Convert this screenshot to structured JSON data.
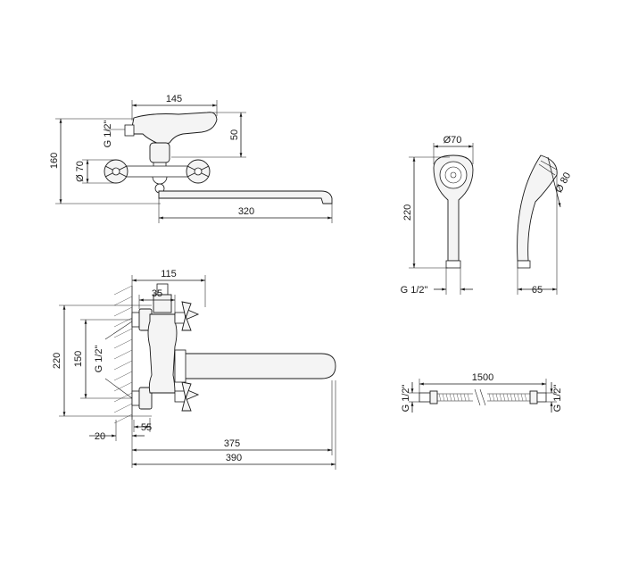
{
  "top_view": {
    "dims": {
      "width_handle": "145",
      "height_total": "160",
      "thread": "G 1/2\"",
      "handle_height": "50",
      "diameter": "Ø 70",
      "spout_length": "320"
    }
  },
  "side_view": {
    "dims": {
      "depth_top": "115",
      "depth_inner": "35",
      "height_total": "220",
      "centers": "150",
      "thread": "G 1/2\"",
      "offset_20": "20",
      "offset_55": "55",
      "spout_reach": "375",
      "total_reach": "390"
    }
  },
  "shower_head": {
    "dims": {
      "head_diameter": "Ø70",
      "length": "220",
      "thread": "G 1/2\"",
      "side_diameter": "Ø 80",
      "depth": "65"
    }
  },
  "hose": {
    "dims": {
      "length": "1500",
      "thread_left": "G 1/2\"",
      "thread_right": "G 1/2\""
    }
  }
}
